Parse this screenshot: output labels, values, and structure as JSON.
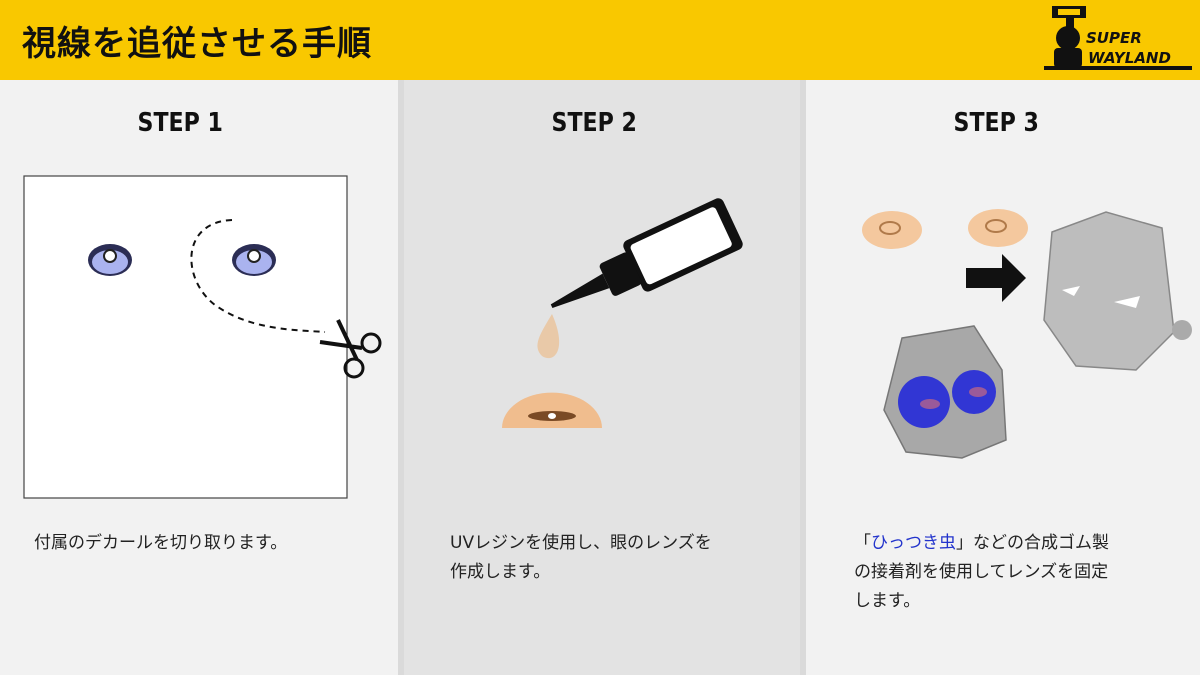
{
  "header": {
    "title": "視線を追従させる手順",
    "logo_line1": "SUPER",
    "logo_line2": "WAYLAND"
  },
  "steps": [
    {
      "label": "STEP 1",
      "desc": "付属のデカールを切り取ります。"
    },
    {
      "label": "STEP 2",
      "desc_line1": "UVレジンを使用し、眼のレンズを",
      "desc_line2": "作成します。"
    },
    {
      "label": "STEP 3",
      "desc_open": "「",
      "desc_highlight": "ひっつき虫",
      "desc_after": "」などの合成ゴム製",
      "desc_line2": "の接着剤を使用してレンズを固定",
      "desc_line3": "します。"
    }
  ],
  "colors": {
    "header_bg": "#f9c800",
    "highlight": "#2233cc",
    "lens": "#2a2fd6"
  },
  "icons": [
    "scissors-icon",
    "resin-bottle-icon",
    "arrow-right-icon"
  ]
}
